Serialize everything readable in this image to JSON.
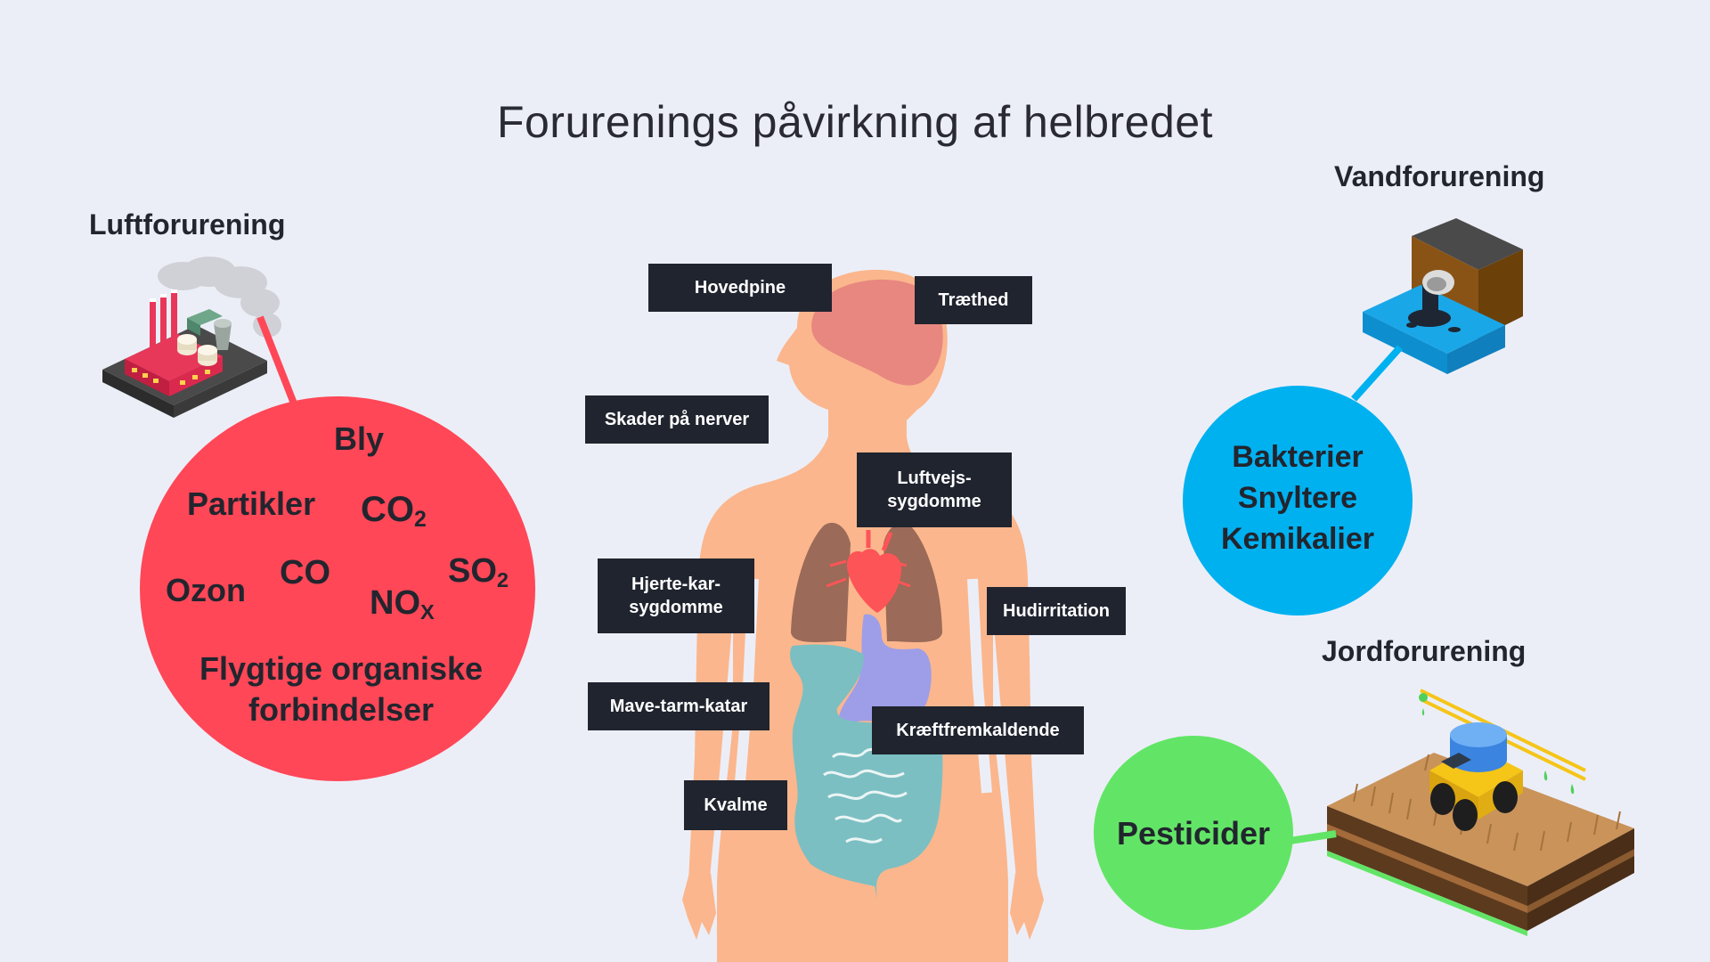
{
  "title": "Forurenings påvirkning af helbredet",
  "air": {
    "heading": "Luftforurening",
    "color": "#ff4757",
    "items": {
      "bly": "Bly",
      "partikler": "Partikler",
      "co2_main": "CO",
      "co2_sub": "2",
      "co": "CO",
      "so2_main": "SO",
      "so2_sub": "2",
      "ozon": "Ozon",
      "nox_main": "NO",
      "nox_sub": "X",
      "voc_line1": "Flygtige organiske",
      "voc_line2": "forbindelser"
    }
  },
  "water": {
    "heading": "Vandforurening",
    "color": "#00b1f0",
    "items": [
      "Bakterier",
      "Snyltere",
      "Kemikalier"
    ]
  },
  "soil": {
    "heading": "Jordforurening",
    "color": "#62e566",
    "items": [
      "Pesticider"
    ]
  },
  "body_labels": {
    "hovedpine": "Hovedpine",
    "traethed": "Træthed",
    "nerver": "Skader på nerver",
    "luftvejs": "Luftvejs-\nsygdomme",
    "hjerte": "Hjerte-kar-\nsygdomme",
    "hud": "Hudirritation",
    "mave": "Mave-tarm-katar",
    "kraeft": "Kræftfremkaldende",
    "kvalme": "Kvalme"
  },
  "colors": {
    "skin": "#fbb68d",
    "brain": "#e88780",
    "lungs": "#9b6a58",
    "heart": "#fd5457",
    "stomach": "#9e9ee8",
    "intestine": "#7cbfc2",
    "label_bg": "#20242f"
  }
}
